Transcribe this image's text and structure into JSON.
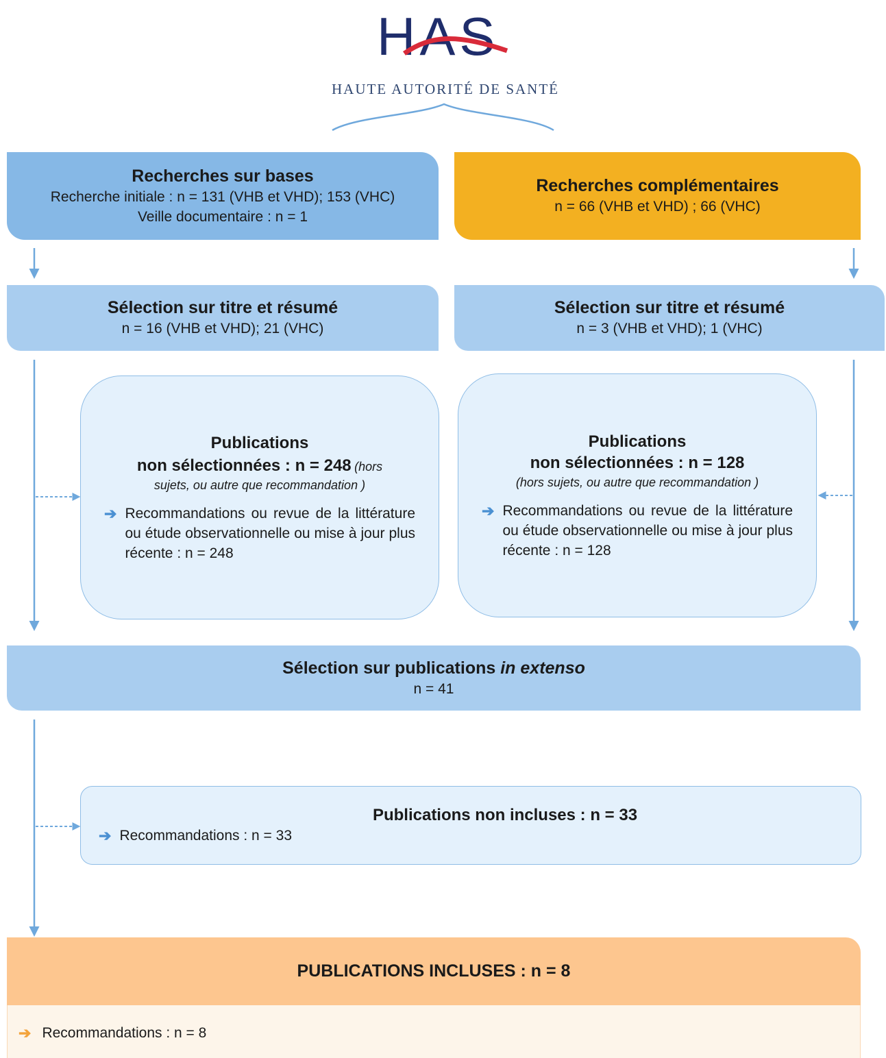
{
  "logo": {
    "letters": "HAS",
    "subtitle": "HAUTE AUTORITÉ DE SANTÉ"
  },
  "colors": {
    "box_blue": "#86b8e6",
    "box_lightblue": "#a9cdef",
    "box_gold": "#f3b021",
    "box_peach": "#fdc68f",
    "box_pale": "#e4f1fc",
    "arrow": "#6fa8dc",
    "logo_blue": "#1f2d6b",
    "logo_red": "#d92b3a"
  },
  "search_db": {
    "title": "Recherches sur  bases",
    "line1": "Recherche initiale  : n = 131 (VHB et VHD); 153  (VHC)",
    "line2": "Veille  documentaire  : n = 1"
  },
  "search_extra": {
    "title": "Recherches  complémentaires",
    "line1": "n = 66 (VHB et VHD) ; 66 (VHC)"
  },
  "selection_left": {
    "title": "Sélection sur titre et résumé",
    "line1": "n =  16 (VHB et  VHD); 21 (VHC)"
  },
  "selection_right": {
    "title": "Sélection sur titre et résumé",
    "line1": "n =  3 (VHB et  VHD); 1 (VHC)"
  },
  "excluded_left": {
    "title1": "Publications",
    "title2": "non sélectionnées  : n = 248",
    "note_inline": "(hors",
    "note": "sujets, ou  autre que recommandation  )",
    "bullet": "Recommandations    ou revue de la littérature ou étude observationnelle ou mise à jour plus récente :  n = 248"
  },
  "excluded_right": {
    "title1": "Publications",
    "title2": "non sélectionnées  : n = 128",
    "note": "(hors sujets, ou  autre que recommandation  )",
    "bullet": "Recommandations    ou revue de la littérature ou étude observationnelle ou mise à jour plus récente :  n = 128"
  },
  "fulltext": {
    "title_prefix": "Sélection sur publications ",
    "title_italic": "in extenso",
    "line1": "n = 41"
  },
  "not_included": {
    "title": "Publications  non incluses : n = 33",
    "bullet": "Recommandations  : n = 33"
  },
  "included": {
    "title": "PUBLICATIONS  INCLUSES : n =  8",
    "bullet": "Recommandations : n = 8"
  }
}
